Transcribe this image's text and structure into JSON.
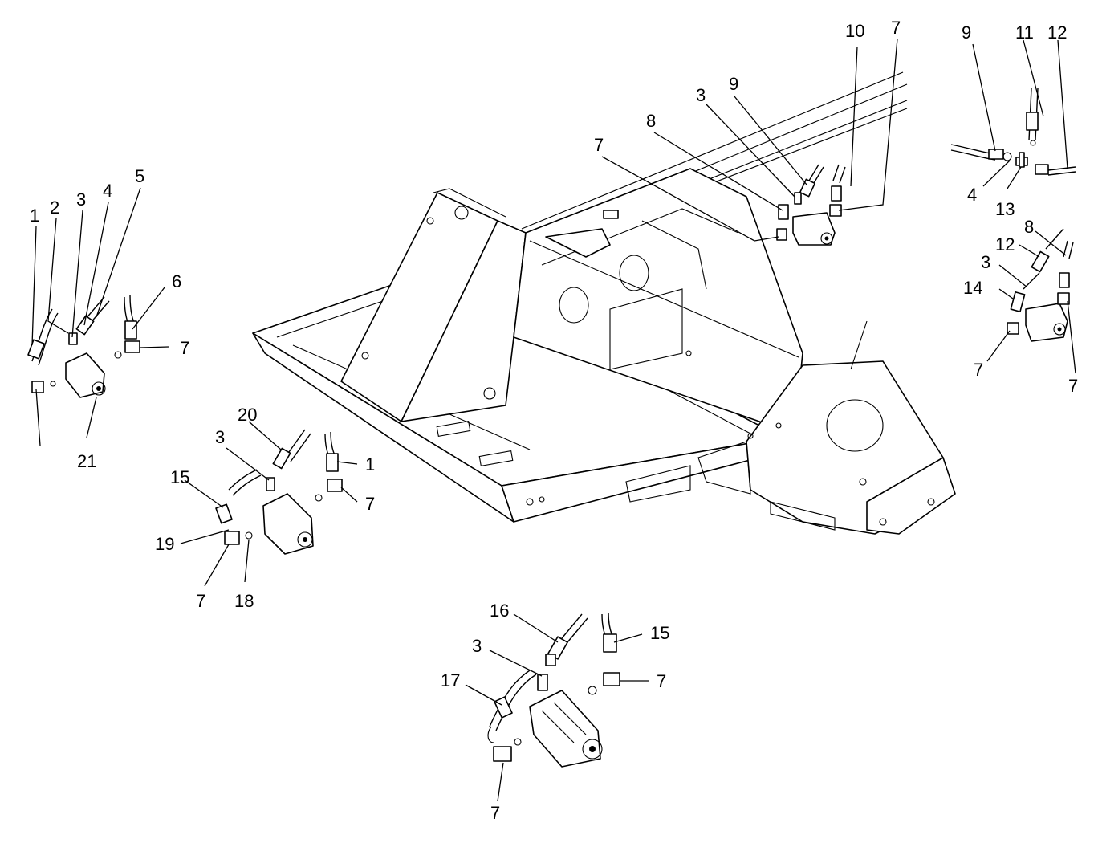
{
  "diagram": {
    "callouts": [
      "1",
      "2",
      "3",
      "4",
      "5",
      "6",
      "7",
      "21",
      "20",
      "1",
      "7",
      "15",
      "3",
      "19",
      "7",
      "18",
      "10",
      "7",
      "9",
      "3",
      "8",
      "7",
      "9",
      "11",
      "12",
      "4",
      "13",
      "8",
      "12",
      "3",
      "14",
      "7",
      "7",
      "16",
      "15",
      "3",
      "7",
      "17",
      "7"
    ],
    "parts": [
      "deck-frame",
      "pump-assembly-left",
      "pump-assembly-center-left",
      "pump-assembly-frame-mount",
      "pump-assembly-right",
      "pump-assembly-bottom",
      "tee-fitting-assembly"
    ]
  }
}
